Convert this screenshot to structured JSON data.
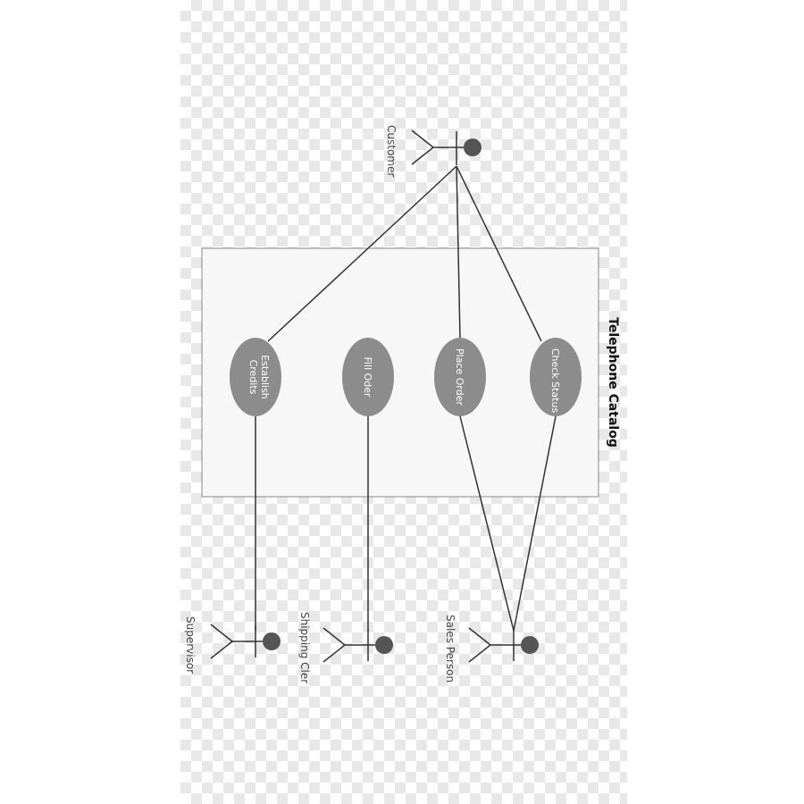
{
  "diagram": {
    "system_title": "Telephone Catalog",
    "use_cases": {
      "establish_credits": [
        "Establish",
        "Credits"
      ],
      "fill_order": "Fill Oder",
      "place_order": "Place Order",
      "check_status": "Check Status"
    },
    "actors": {
      "customer": "Customer",
      "supervisor": "Supervisor",
      "shipping_clerk": "Shipping Cler",
      "sales_person": "Sales Person"
    },
    "colors": {
      "use_case_fill": "#8c8c8c",
      "use_case_text": "#ffffff",
      "actor_head": "#555555",
      "line": "#333333",
      "system_box_fill": "#f7f7f7",
      "system_box_border": "#888888"
    }
  }
}
